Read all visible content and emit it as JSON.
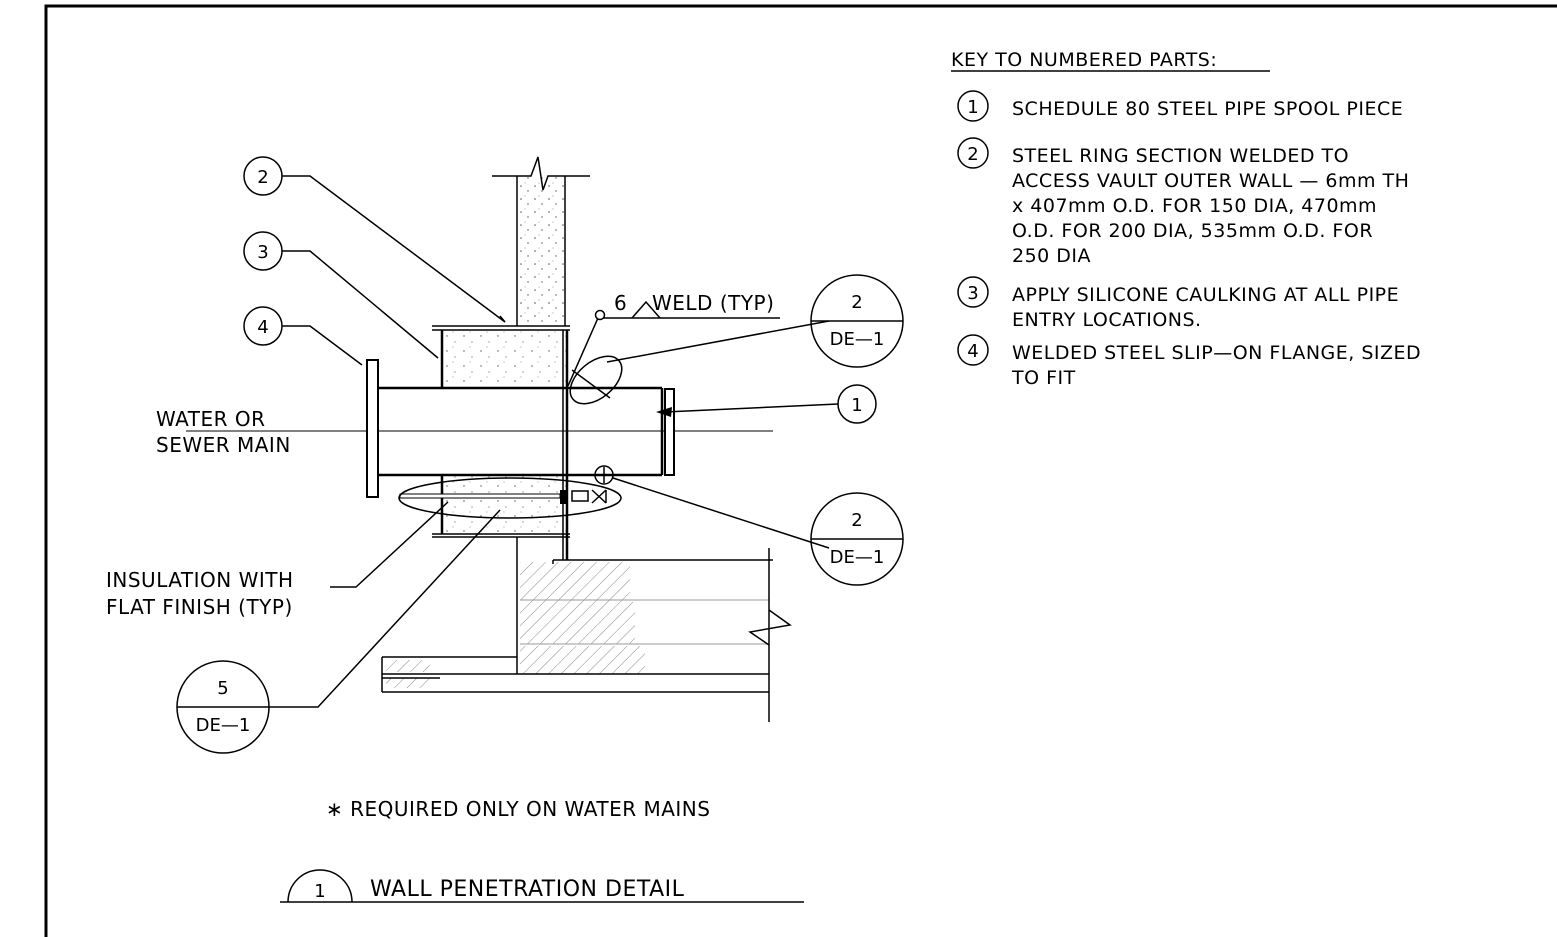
{
  "key": {
    "heading": "KEY TO NUMBERED PARTS:",
    "items": [
      {
        "num": "1",
        "lines": [
          "SCHEDULE 80 STEEL PIPE SPOOL PIECE"
        ]
      },
      {
        "num": "2",
        "lines": [
          "STEEL RING SECTION WELDED TO",
          "ACCESS VAULT OUTER WALL — 6mm TH",
          "x 407mm O.D. FOR 150 DIA, 470mm",
          "O.D. FOR 200 DIA, 535mm O.D. FOR",
          "250 DIA"
        ]
      },
      {
        "num": "3",
        "lines": [
          "APPLY SILICONE CAULKING AT ALL PIPE",
          "ENTRY LOCATIONS."
        ]
      },
      {
        "num": "4",
        "lines": [
          "WELDED STEEL SLIP—ON FLANGE, SIZED",
          "TO FIT"
        ]
      }
    ]
  },
  "labels": {
    "main_line1": "WATER OR",
    "main_line2": "SEWER MAIN",
    "insulation_line1": "INSULATION WITH",
    "insulation_line2": "FLAT FINISH (TYP)",
    "weld_size": "6",
    "weld_text": "WELD (TYP)",
    "note": "∗ REQUIRED ONLY ON WATER MAINS",
    "title": "WALL PENETRATION DETAIL",
    "title_num": "1"
  },
  "callouts": {
    "c1": "1",
    "c2": "2",
    "c3": "3",
    "c4": "4"
  },
  "detail_refs": [
    {
      "num": "2",
      "sheet": "DE—1"
    },
    {
      "num": "2",
      "sheet": "DE—1"
    },
    {
      "num": "5",
      "sheet": "DE—1"
    }
  ]
}
